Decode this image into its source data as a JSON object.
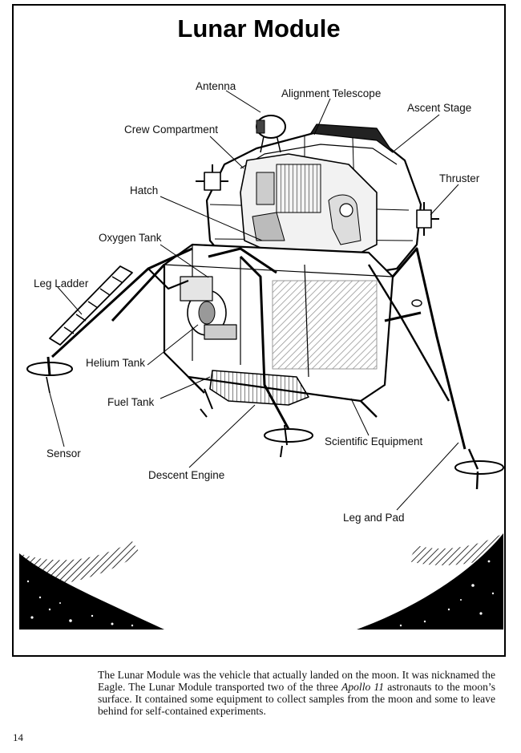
{
  "title": "Lunar Module",
  "labels": {
    "antenna": "Antenna",
    "alignment_telescope": "Alignment Telescope",
    "ascent_stage": "Ascent Stage",
    "crew_compartment": "Crew Compartment",
    "thruster": "Thruster",
    "hatch": "Hatch",
    "oxygen_tank": "Oxygen Tank",
    "leg_ladder": "Leg Ladder",
    "helium_tank": "Helium Tank",
    "fuel_tank": "Fuel Tank",
    "sensor": "Sensor",
    "scientific_equipment": "Scientific Equipment",
    "descent_engine": "Descent Engine",
    "leg_and_pad": "Leg and Pad"
  },
  "caption": {
    "before": "The Lunar Module was the vehicle that actually landed on the moon. It was nicknamed the Eagle. The Lunar Module transported two of the three ",
    "italic": "Apollo 11",
    "after": " astronauts to the moon’s surface. It contained some equipment to collect samples from the moon and some to leave behind for self-contained experiments."
  },
  "page_number": "14"
}
